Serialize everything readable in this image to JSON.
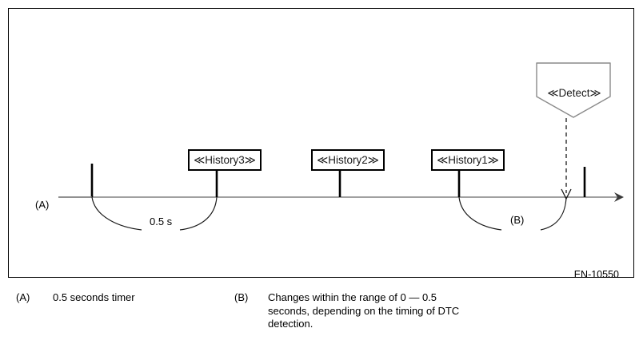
{
  "figure": {
    "code": "EN-10550",
    "axis_label": "(A)",
    "timer_arc_label": "0.5 s",
    "variance_arc_label": "(B)",
    "boxes": [
      {
        "name": "history3",
        "label": "≪History3≫"
      },
      {
        "name": "history2",
        "label": "≪History2≫"
      },
      {
        "name": "history1",
        "label": "≪History1≫"
      }
    ],
    "detect": {
      "label": "≪Detect≫"
    }
  },
  "legend": {
    "entries": [
      {
        "key": "(A)",
        "text": "0.5 seconds timer"
      },
      {
        "key": "(B)",
        "text": "Changes within the range of 0 — 0.5 seconds, depending on the timing of DTC detection."
      }
    ]
  },
  "colors": {
    "frame": "#000000",
    "axis": "#808080",
    "tick": "#000000",
    "detect_border": "#8a8a8a",
    "arc": "#1a1a1a",
    "text": "#000000"
  }
}
